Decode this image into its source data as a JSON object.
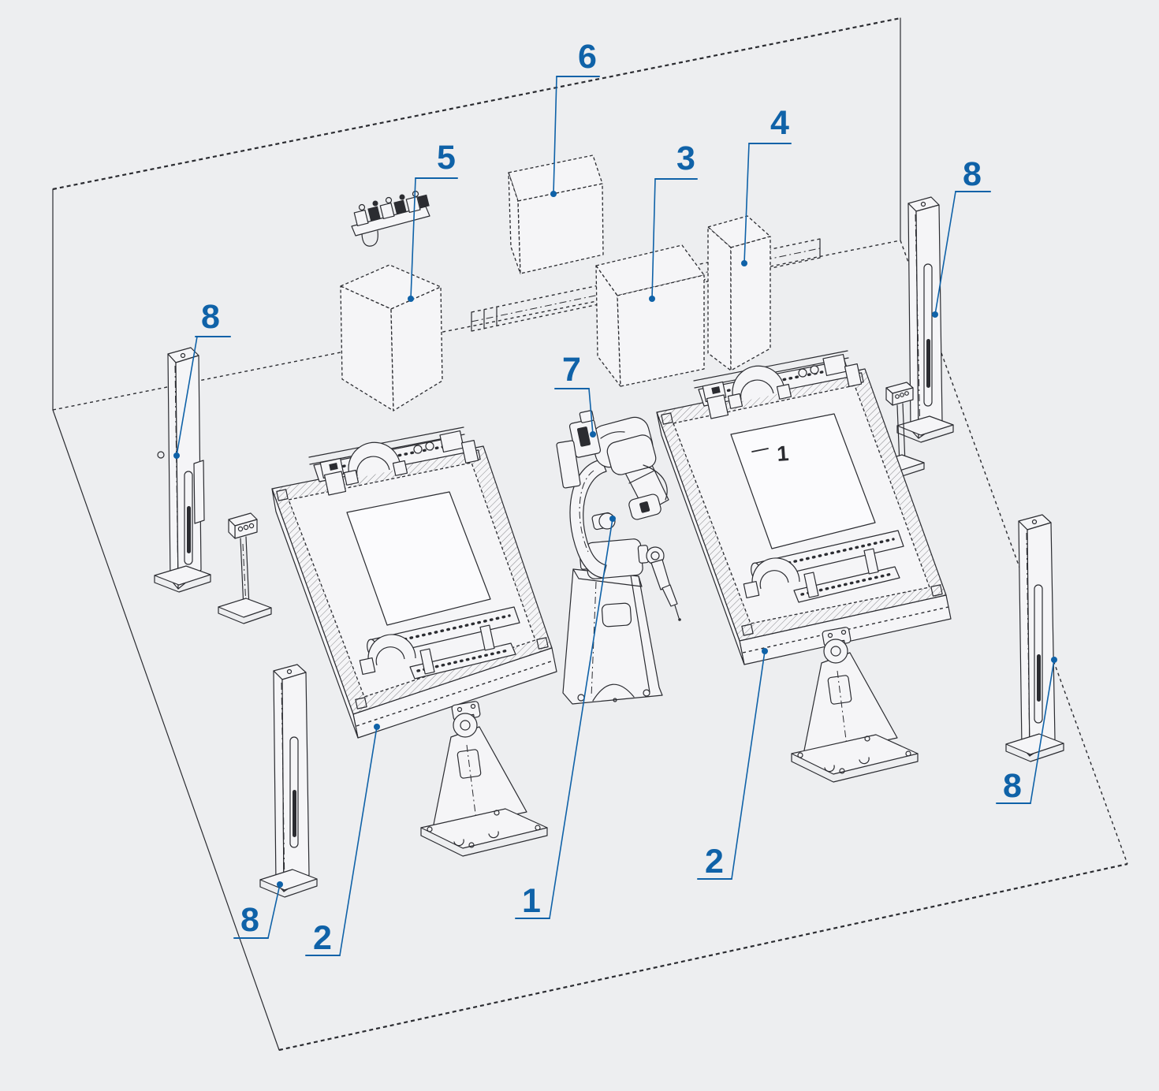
{
  "colors": {
    "background": "#edeef0",
    "line": "#2b2c31",
    "accent": "#0f62a8",
    "surface": "#f5f5f7"
  },
  "callouts": [
    {
      "id": "callout-6",
      "label": "6"
    },
    {
      "id": "callout-5",
      "label": "5"
    },
    {
      "id": "callout-3",
      "label": "3"
    },
    {
      "id": "callout-4",
      "label": "4"
    },
    {
      "id": "callout-8-rear-right",
      "label": "8"
    },
    {
      "id": "callout-8-rear-left",
      "label": "8"
    },
    {
      "id": "callout-7",
      "label": "7"
    },
    {
      "id": "callout-1",
      "label": "1"
    },
    {
      "id": "callout-2-left",
      "label": "2"
    },
    {
      "id": "callout-2-right",
      "label": "2"
    },
    {
      "id": "callout-8-front-left",
      "label": "8"
    },
    {
      "id": "callout-8-front-right",
      "label": "8"
    }
  ],
  "fixture_marking": {
    "label": "1"
  }
}
